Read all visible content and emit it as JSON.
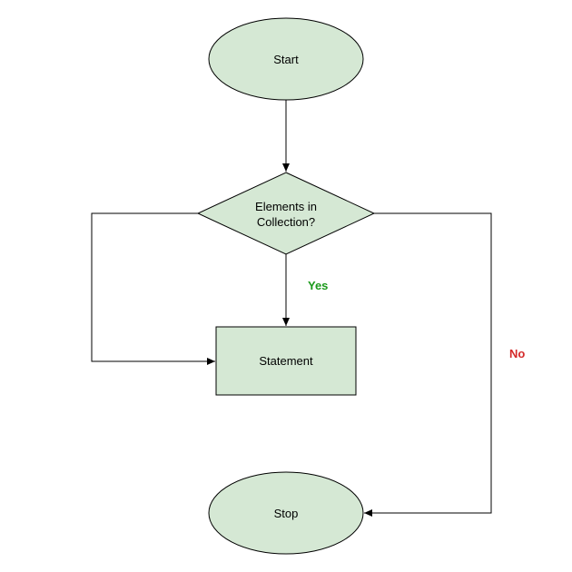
{
  "nodes": {
    "start": {
      "label": "Start"
    },
    "decision": {
      "line1": "Elements in",
      "line2": "Collection?"
    },
    "statement": {
      "label": "Statement"
    },
    "stop": {
      "label": "Stop"
    }
  },
  "edges": {
    "yes_label": "Yes",
    "no_label": "No"
  },
  "colors": {
    "node_fill": "#d5e8d4",
    "stroke": "#000000",
    "yes": "#1a9a1a",
    "no": "#d42a2a"
  }
}
